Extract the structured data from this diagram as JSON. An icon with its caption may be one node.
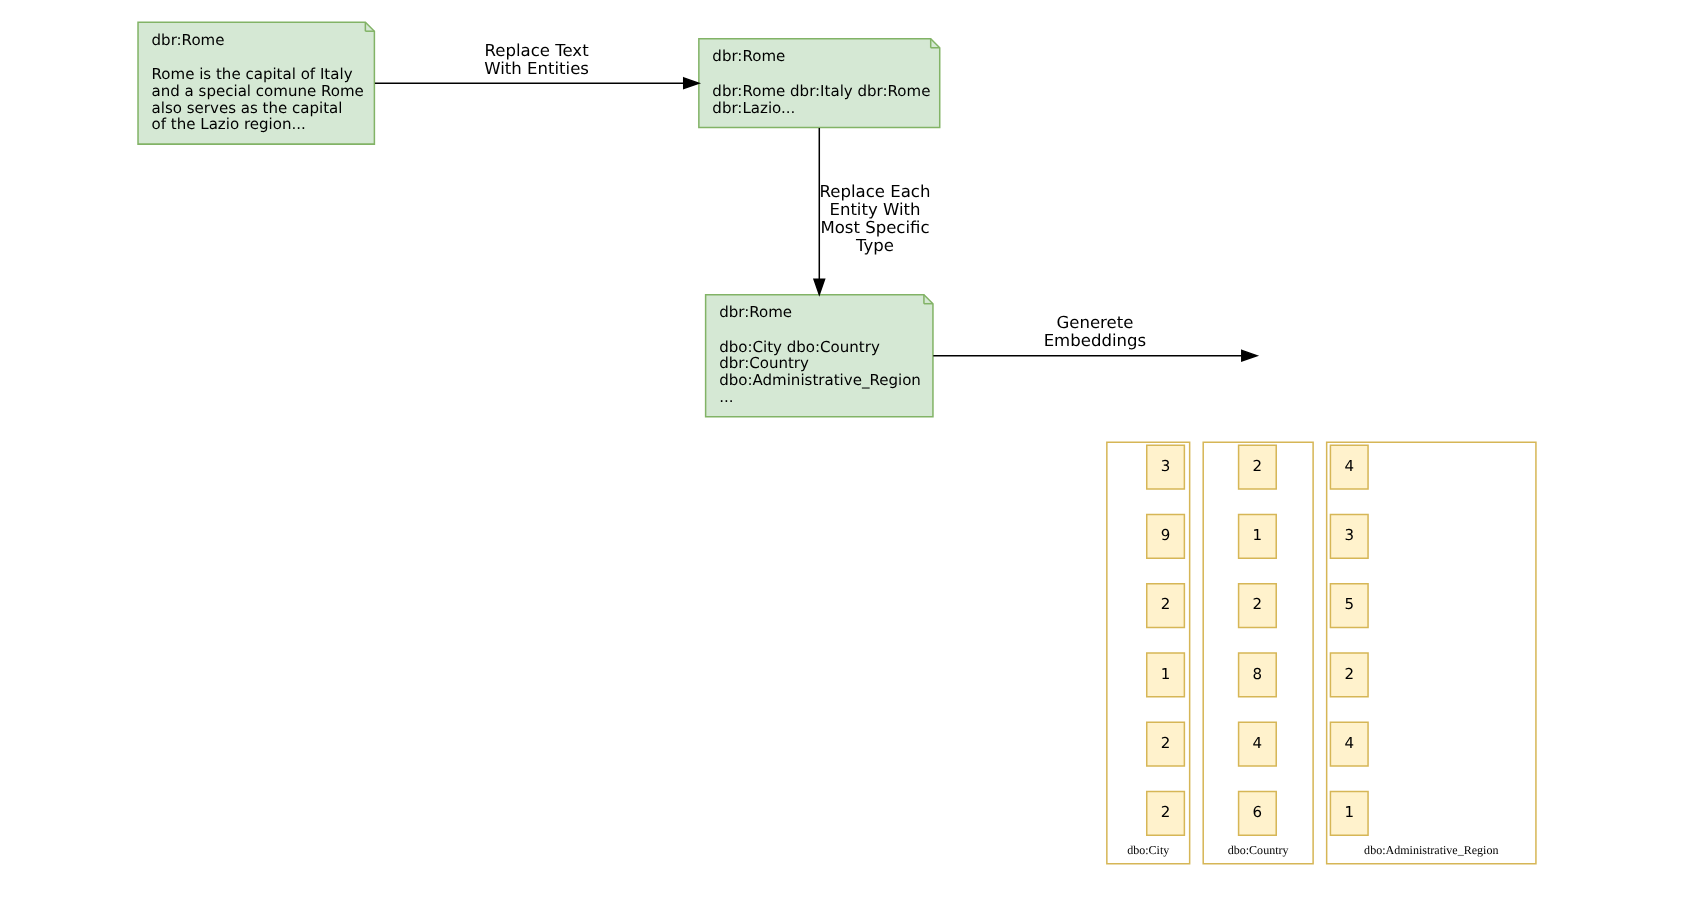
{
  "diagram": {
    "nodes": [
      {
        "text": [
          "dbr:Rome",
          "Rome is the capital of Italy and a special comune Rome also serves as the capital of the Lazio region..."
        ]
      },
      {
        "text": [
          "dbr:Rome",
          "dbr:Rome dbr:Italy dbr:Rome dbr:Lazio..."
        ]
      },
      {
        "text": [
          "dbr:Rome",
          "dbo:City dbo:Country dbr:Country dbo:Administrative_Region ..."
        ]
      },
      {
        "text": [
          "dbo:City"
        ]
      },
      {
        "text": [
          "3"
        ],
        "in": 3
      },
      {
        "text": [
          "9"
        ],
        "in": 3
      },
      {
        "text": [
          "2"
        ],
        "in": 3
      },
      {
        "text": [
          "1"
        ],
        "in": 3
      },
      {
        "text": [
          "2"
        ],
        "in": 3
      },
      {
        "text": [
          "2"
        ],
        "in": 3
      },
      {
        "text": [
          "dbo:Country"
        ]
      },
      {
        "text": [
          "2"
        ],
        "in": 10
      },
      {
        "text": [
          "1"
        ],
        "in": 10
      },
      {
        "text": [
          "2"
        ],
        "in": 10
      },
      {
        "text": [
          "8"
        ],
        "in": 10
      },
      {
        "text": [
          "4"
        ],
        "in": 10
      },
      {
        "text": [
          "6"
        ],
        "in": 10
      },
      {
        "text": [
          "dbo:Administrative_Region"
        ]
      },
      {
        "text": [
          "4"
        ],
        "in": 17
      },
      {
        "text": [
          "3"
        ],
        "in": 17
      },
      {
        "text": [
          "5"
        ],
        "in": 17
      },
      {
        "text": [
          "2"
        ],
        "in": 17
      },
      {
        "text": [
          "4"
        ],
        "in": 17
      },
      {
        "text": [
          "1"
        ],
        "in": 17
      }
    ],
    "edges": [
      {
        "from": 0,
        "to": 1,
        "arrow": "to",
        "label": "Replace Text With Entities"
      },
      {
        "from": 1,
        "to": 2,
        "arrow": "to",
        "label": "Replace Each Entity With Most Specific Type"
      },
      {
        "from": 2,
        "to": null,
        "arrow": "to",
        "label": "Generete Embeddings"
      }
    ]
  }
}
